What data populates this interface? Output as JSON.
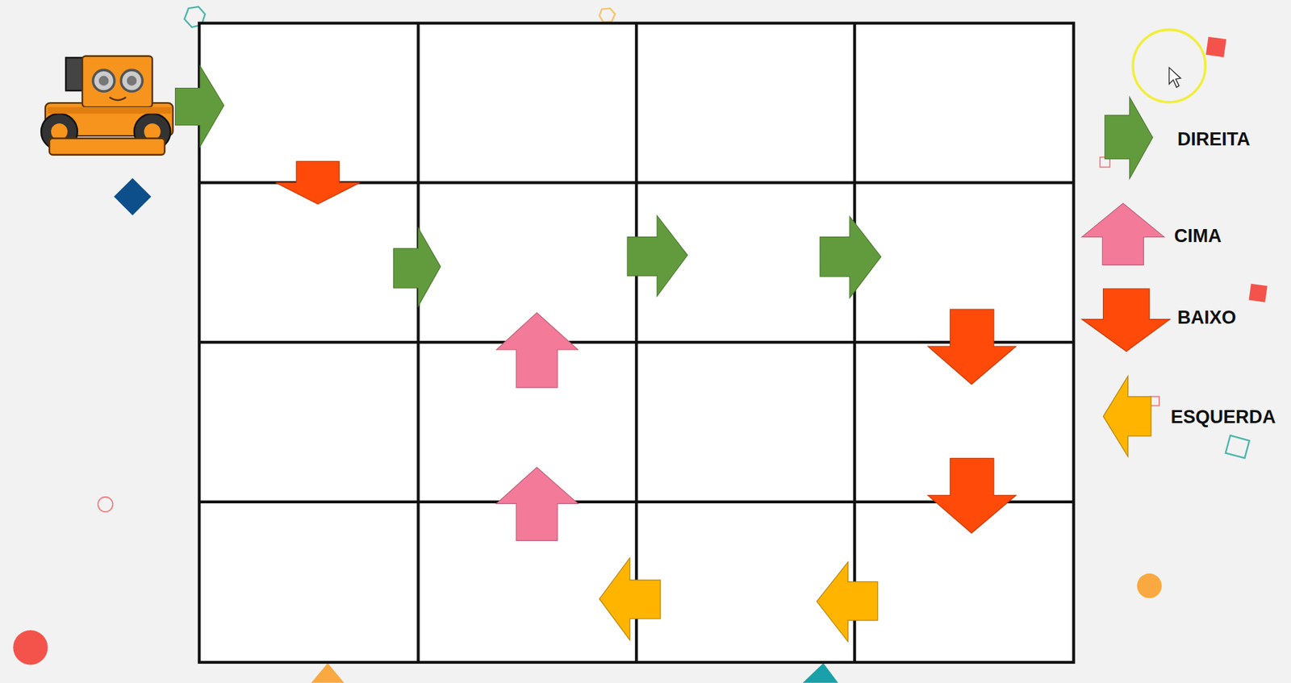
{
  "diagram": {
    "legend": [
      {
        "text": "DIREITA"
      },
      {
        "text": "CIMA"
      },
      {
        "text": "BAIXO"
      },
      {
        "text": "ESQUERDA"
      }
    ]
  }
}
